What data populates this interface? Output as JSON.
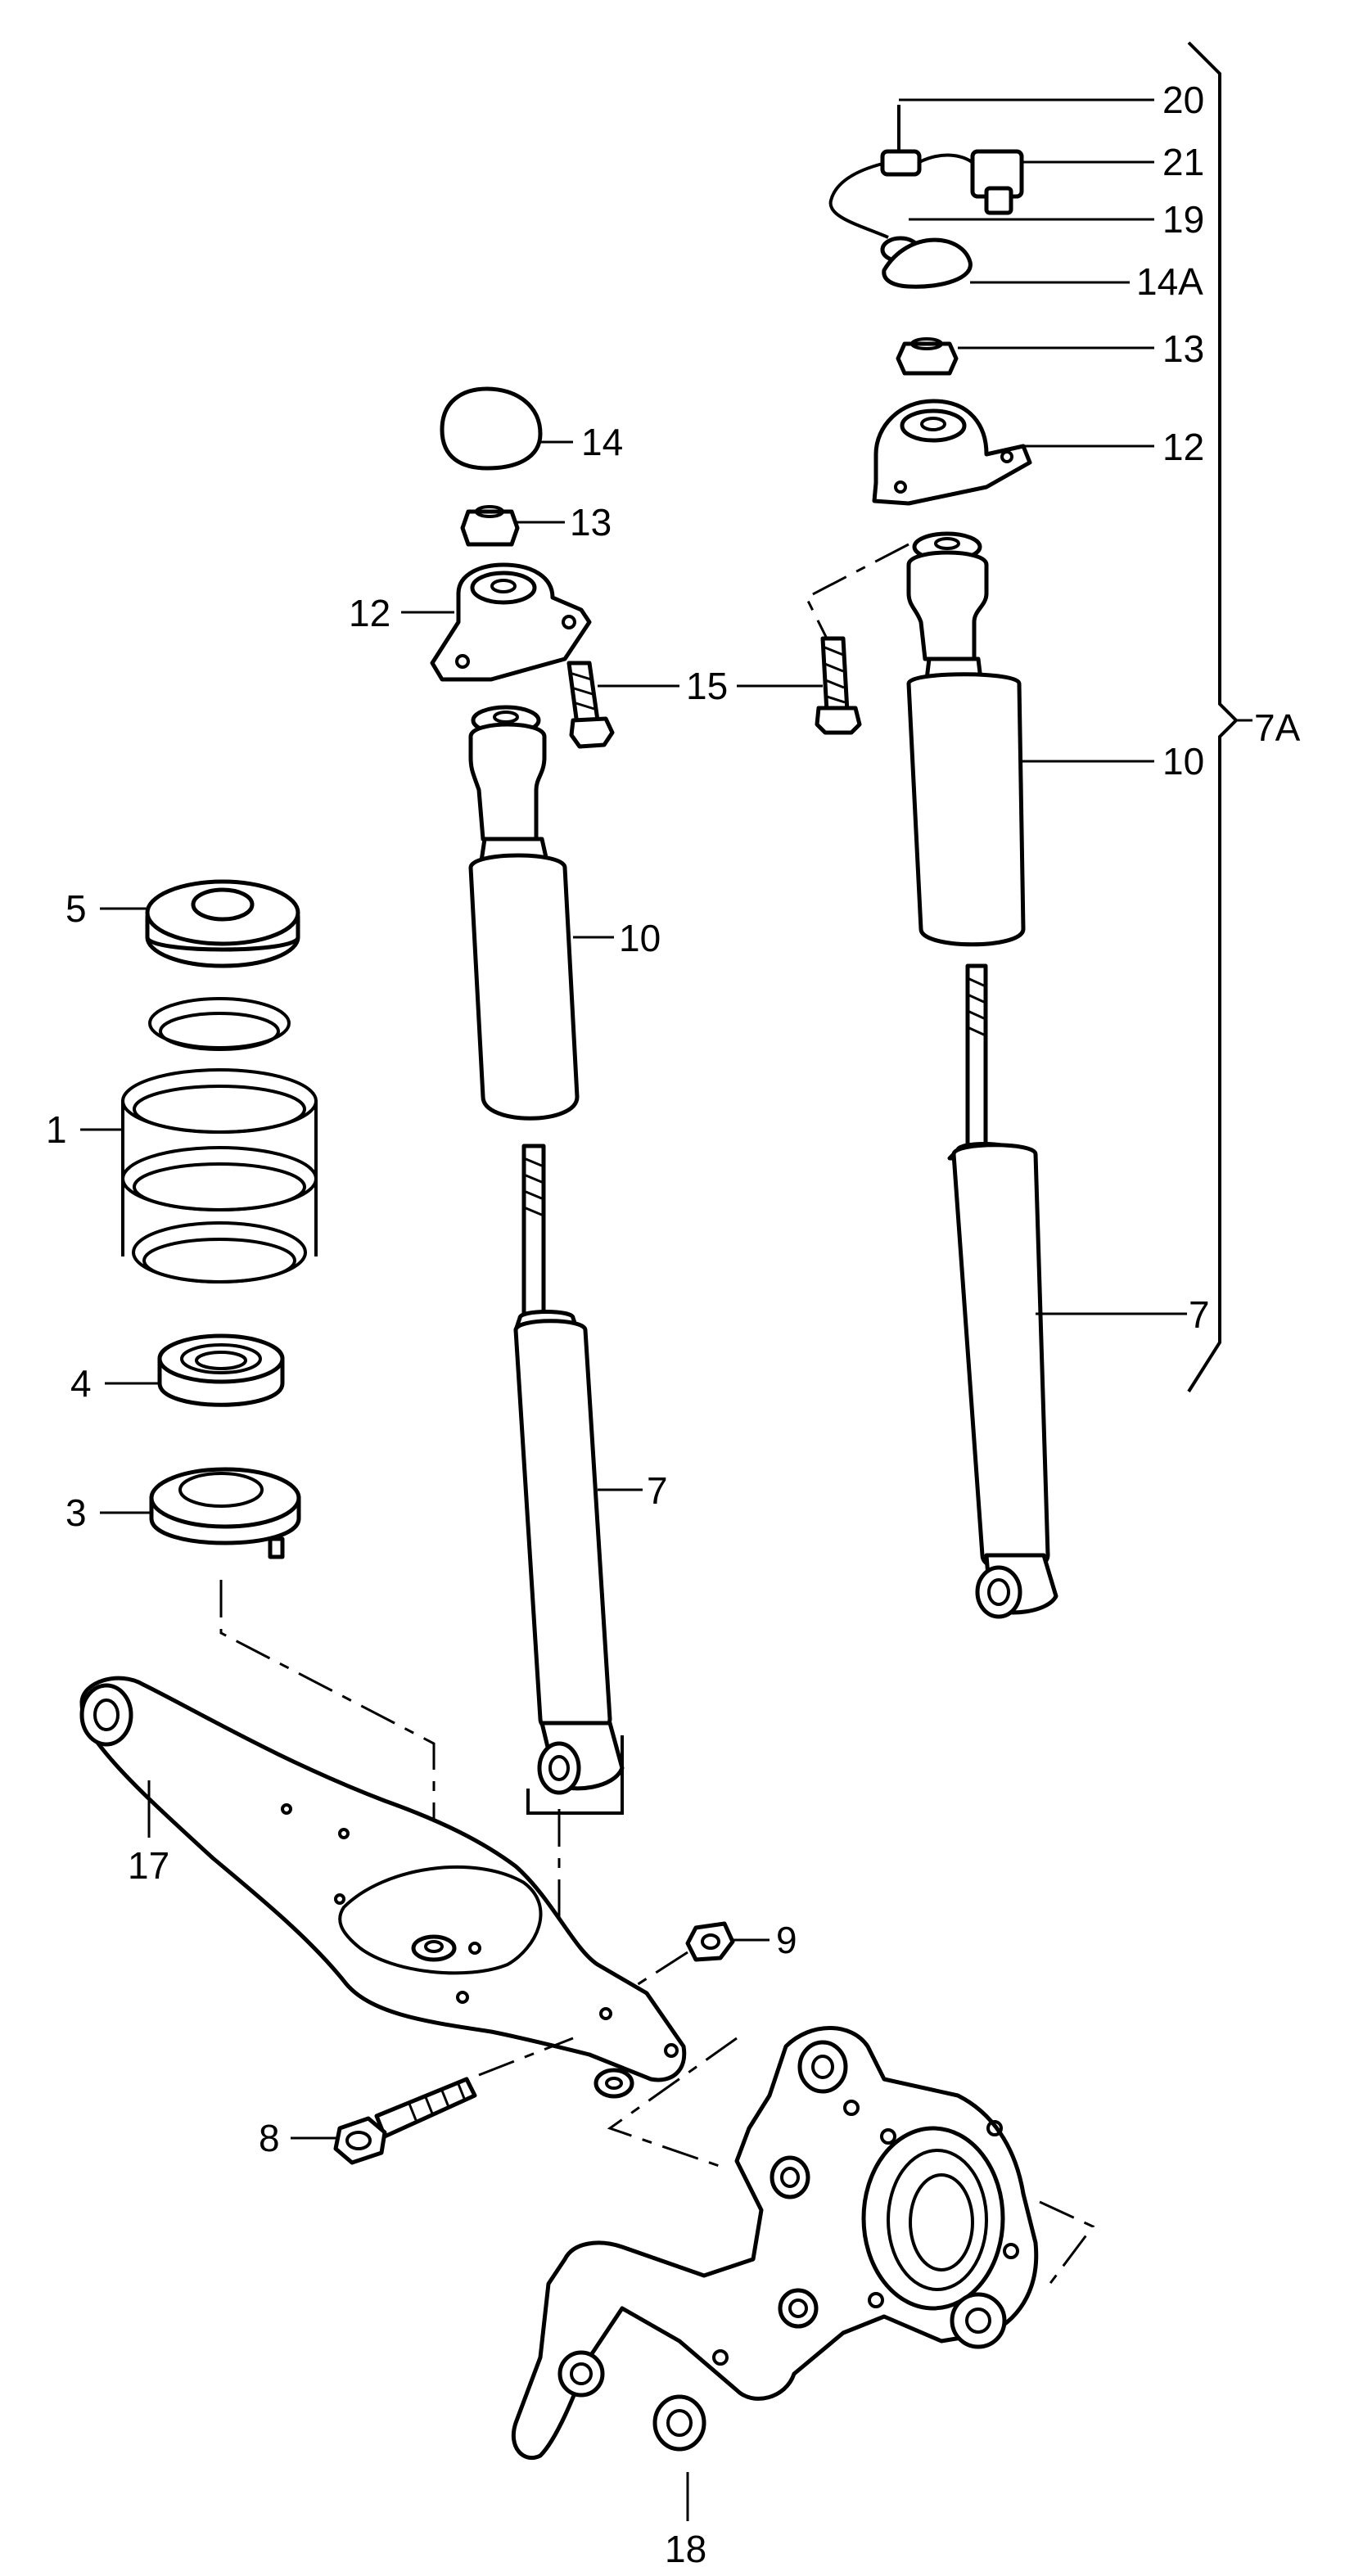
{
  "callouts": {
    "c1": "1",
    "c3": "3",
    "c4": "4",
    "c5": "5",
    "c7_left": "7",
    "c7_right": "7",
    "c7A": "7A",
    "c8": "8",
    "c9": "9",
    "c10_left": "10",
    "c10_right": "10",
    "c12_left": "12",
    "c12_right": "12",
    "c13_left": "13",
    "c13_right": "13",
    "c14": "14",
    "c14A": "14A",
    "c15": "15",
    "c17": "17",
    "c18": "18",
    "c19": "19",
    "c20": "20",
    "c21": "21"
  }
}
